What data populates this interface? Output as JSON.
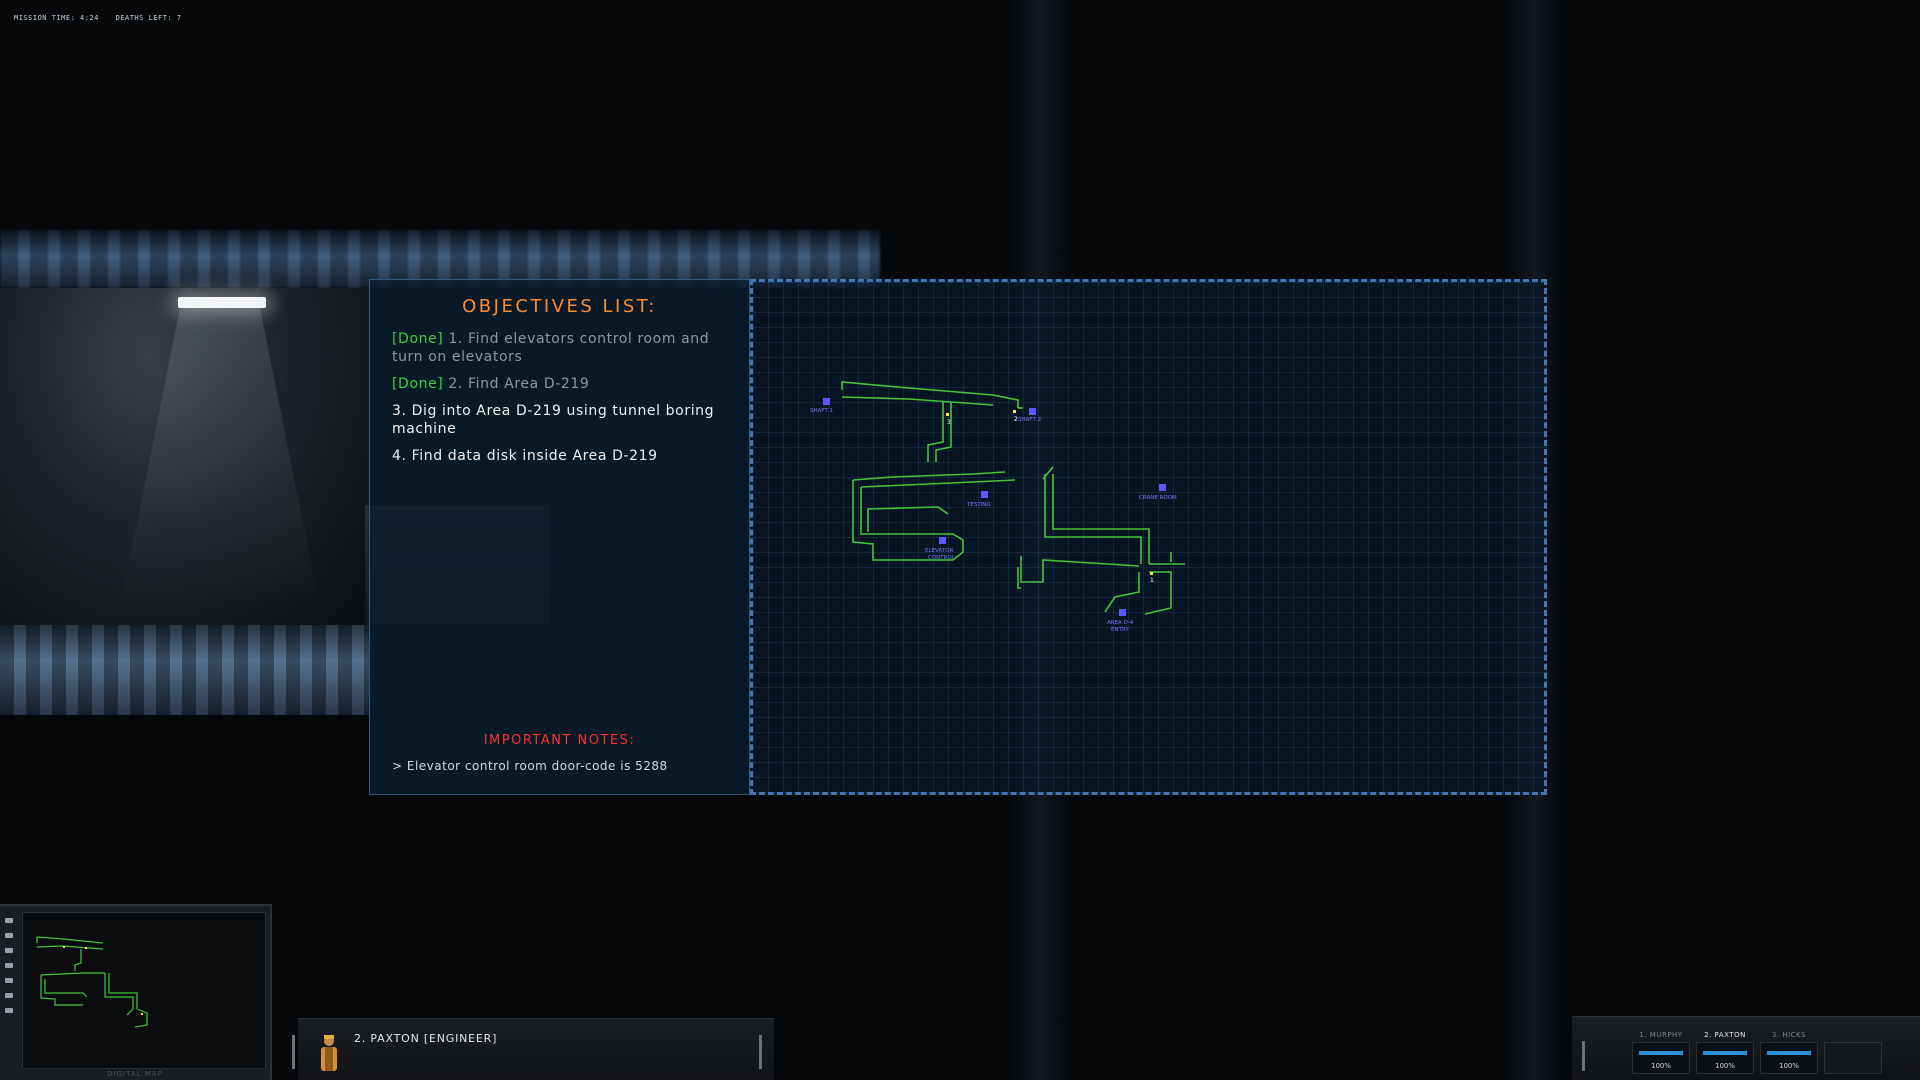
{
  "hud": {
    "mission_time": "MISSION TIME: 4:24",
    "deaths_left": "DEATHS LEFT: 7"
  },
  "objectives": {
    "title": "OBJECTIVES LIST:",
    "items": [
      {
        "tag": "[Done]",
        "text": " 1. Find elevators control room and turn on elevators"
      },
      {
        "tag": "[Done]",
        "text": " 2. Find Area D-219"
      },
      {
        "tag": "",
        "text": "3. Dig into Area D-219 using tunnel boring machine"
      },
      {
        "tag": "",
        "text": "4. Find data disk inside Area D-219"
      }
    ],
    "notes_title": "IMPORTANT NOTES:",
    "notes_text": "> Elevator control room door-code is 5288"
  },
  "map": {
    "labels": {
      "shaft_1": "SHAFT 1",
      "shaft_2": "SHAFT 2",
      "testing": "TESTING",
      "crane_room": "CRANE ROOM",
      "elevator_control": "ELEVATOR",
      "elevator_control_2": "CONTROL",
      "area_d4": "AREA D-4",
      "area_d4_2": "ENTRY"
    },
    "markers": [
      "1",
      "2",
      "3"
    ],
    "colors": {
      "path": "#46c43a",
      "room": "#5a5aff",
      "marker": "#ffe23a"
    }
  },
  "minimap": {
    "label": "DIGITAL MAP"
  },
  "character": {
    "name": "2. PAXTON  [ENGINEER]"
  },
  "squad": [
    {
      "name": "1. MURPHY",
      "pct": "100%"
    },
    {
      "name": "2. PAXTON",
      "pct": "100%"
    },
    {
      "name": "3. HICKS",
      "pct": "100%"
    }
  ],
  "colors": {
    "title_orange": "#ff8a2a",
    "done_green": "#3fcf3f",
    "notes_red": "#ff2f2f"
  }
}
